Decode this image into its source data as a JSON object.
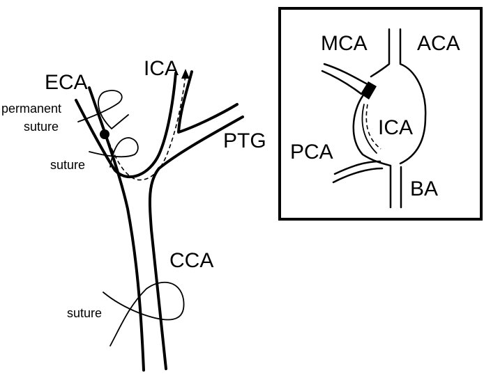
{
  "labels": {
    "eca": "ECA",
    "ica": "ICA",
    "ptg": "PTG",
    "cca": "CCA",
    "permanent_suture_line1": "permanent",
    "permanent_suture_line2": "suture",
    "suture_upper": "suture",
    "suture_lower": "suture"
  },
  "inset": {
    "mca": "MCA",
    "aca": "ACA",
    "ica": "ICA",
    "pca": "PCA",
    "ba": "BA"
  }
}
